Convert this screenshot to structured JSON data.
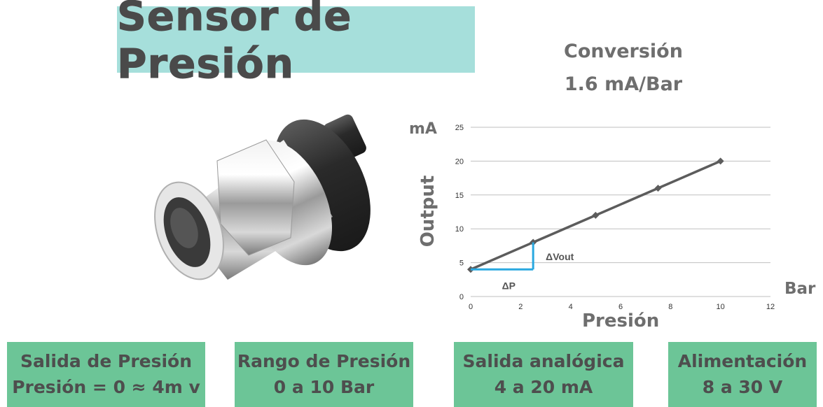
{
  "title": "Sensor de Presión",
  "conversion": {
    "line1": "Conversión",
    "line2": "1.6 mA/Bar"
  },
  "chart_data": {
    "type": "line",
    "title": "",
    "xlabel": "Presión",
    "ylabel": "Output",
    "x_unit": "Bar",
    "y_unit": "mA",
    "xlim": [
      0,
      12
    ],
    "ylim": [
      0,
      25
    ],
    "x_ticks": [
      "0",
      "2",
      "4",
      "6",
      "8",
      "10",
      "12"
    ],
    "y_ticks": [
      "0",
      "5",
      "10",
      "15",
      "20",
      "25"
    ],
    "grid": "horizontal",
    "series": [
      {
        "x": [
          0,
          2.5,
          5,
          7.5,
          10
        ],
        "y": [
          4,
          8,
          12,
          16,
          20
        ],
        "color": "#5c5c5c"
      }
    ],
    "annotations": [
      {
        "text": "ΔVout",
        "color": "#29a8e0"
      },
      {
        "text": "ΔP",
        "color": "#29a8e0"
      }
    ],
    "delta_triangle": {
      "x0": 0,
      "y0": 4,
      "x1": 2.5,
      "y1": 8
    }
  },
  "boxes": [
    {
      "line1": "Salida de Presión",
      "line2": "Presión = 0 ≈ 4m v"
    },
    {
      "line1": "Rango de Presión",
      "line2": "0 a 10 Bar"
    },
    {
      "line1": "Salida analógica",
      "line2": "4 a 20 mA"
    },
    {
      "line1": "Alimentación",
      "line2": "8 a 30 V"
    }
  ],
  "colors": {
    "title_bg": "#a6dfdb",
    "box_bg": "#6cc597",
    "delta": "#29a8e0",
    "line": "#5c5c5c"
  }
}
